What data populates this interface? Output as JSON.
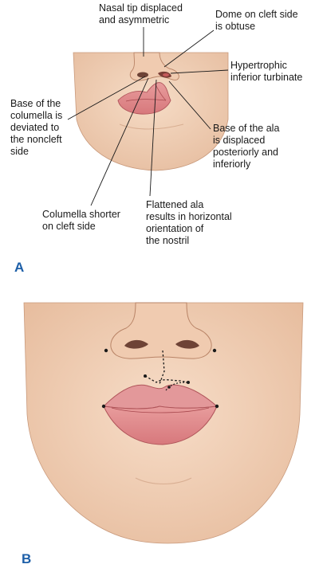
{
  "panels": [
    {
      "letter": "A",
      "labels": [
        {
          "key": "nasal_tip",
          "lines": [
            "Nasal tip displaced",
            "and asymmetric"
          ]
        },
        {
          "key": "dome",
          "lines": [
            "Dome on cleft side",
            "is obtuse"
          ]
        },
        {
          "key": "turbinate",
          "lines": [
            "Hypertrophic",
            "inferior turbinate"
          ]
        },
        {
          "key": "columella_base",
          "lines": [
            "Base of the",
            "columella is",
            "deviated to",
            "the noncleft",
            "side"
          ]
        },
        {
          "key": "ala_base",
          "lines": [
            "Base of the ala",
            "is displaced",
            "posteriorly and",
            "inferiorly"
          ]
        },
        {
          "key": "columella_short",
          "lines": [
            "Columella shorter",
            "on cleft side"
          ]
        },
        {
          "key": "flattened_ala",
          "lines": [
            "Flattened ala",
            "results in horizontal",
            "orientation of",
            "the nostril"
          ]
        }
      ]
    },
    {
      "letter": "B",
      "labels": []
    }
  ],
  "colors": {
    "skin": "#f2d3bb",
    "skin_shadow": "#dcae90",
    "lip": "#e59a9a",
    "lip_dark": "#c46a6e",
    "letter": "#1d5fa8"
  }
}
